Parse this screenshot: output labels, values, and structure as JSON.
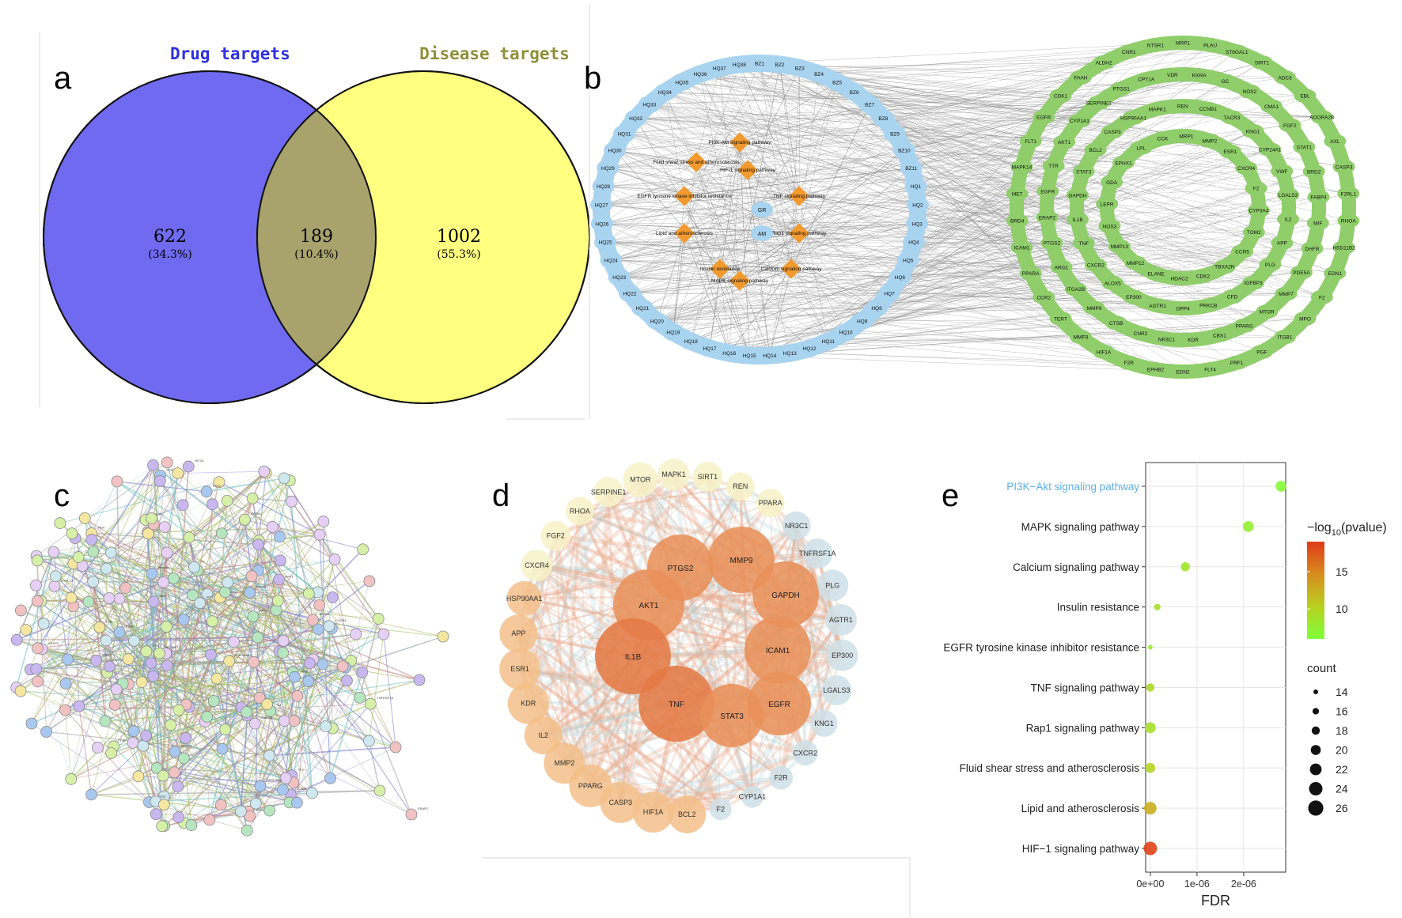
{
  "panel_labels": [
    "a",
    "b",
    "c",
    "d",
    "e"
  ],
  "venn": {
    "left_title": "Drug targets",
    "right_title": "Disease targets",
    "left_only": {
      "count": "622",
      "pct": "(34.3%)"
    },
    "overlap": {
      "count": "189",
      "pct": "(10.4%)"
    },
    "right_only": {
      "count": "1002",
      "pct": "(55.3%)"
    },
    "colors": {
      "left": "#6f6af0",
      "right": "#ffff80",
      "overlap": "#a8a26c",
      "left_title": "#2f2fe0",
      "right_title": "#8f8f3a"
    }
  },
  "network_b": {
    "center_nodes": [
      "GR",
      "AM"
    ],
    "pathways": [
      "PI3K-Akt signaling pathway",
      "Fluid shear stress and atherosclerosis",
      "HIF-1 signaling pathway",
      "EGFR tyrosine kinase inhibitor resistance",
      "TNF signaling pathway",
      "Lipid and atherosclerosis",
      "Rap1 signaling pathway",
      "Insulin resistance",
      "Calcium signaling pathway",
      "MAPK signaling pathway"
    ],
    "compound_nodes": [
      "BZ1",
      "BZ2",
      "BZ3",
      "BZ4",
      "BZ5",
      "BZ6",
      "BZ7",
      "BZ8",
      "BZ9",
      "BZ10",
      "BZ11",
      "HQ1",
      "HQ2",
      "HQ3",
      "HQ4",
      "HQ5",
      "HQ6",
      "HQ7",
      "HQ8",
      "HQ9",
      "HQ10",
      "HQ11",
      "HQ12",
      "HQ13",
      "HQ14",
      "HQ15",
      "HQ16",
      "HQ17",
      "HQ18",
      "HQ19",
      "HQ20",
      "HQ21",
      "HQ22",
      "HQ23",
      "HQ24",
      "HQ25",
      "HQ26",
      "HQ27",
      "HQ28",
      "HQ29",
      "HQ30",
      "HQ31",
      "HQ32",
      "HQ33",
      "HQ34",
      "HQ35",
      "HQ36",
      "HQ37",
      "HQ38"
    ],
    "target_nodes": [
      "MRP1",
      "PLAU",
      "ST6GAL1",
      "SIRT1",
      "ADC3",
      "EBL",
      "ADORA2B",
      "AXL",
      "CASP3",
      "F2RL1",
      "RHOA",
      "HSD11B2",
      "EDN1",
      "F2",
      "MPO",
      "ITGB1",
      "PGF",
      "PRF1",
      "FLT4",
      "EDN2",
      "EPHB2",
      "F2R",
      "HIF1A",
      "MMP3",
      "TERT",
      "CCR2",
      "PPARA",
      "ICAM1",
      "BRD4",
      "MET",
      "MAPK14",
      "FLT1",
      "EGFR",
      "CDK1",
      "FAAH",
      "ALDH2",
      "CNR1",
      "NTSR1",
      "RXRA",
      "GC",
      "NOS2",
      "CMA1",
      "FGF2",
      "STAT1",
      "BRD2",
      "FABP4",
      "MIF",
      "DHFR",
      "PDE5A",
      "MMP7",
      "MTOR",
      "PPARG",
      "CBS1",
      "KDR",
      "NR3C1",
      "CNR2",
      "CTSB",
      "MMP9",
      "ITGA2B",
      "ARG1",
      "PTGS2",
      "ERAP2",
      "EGFR",
      "TTR",
      "AKT1",
      "CYP1A1",
      "SERPINE1",
      "PTGS1",
      "CPT1A",
      "VDR",
      "CCNB1",
      "TACR3",
      "KNG1",
      "CYP24A1",
      "VWF",
      "LGALS3",
      "IL2",
      "APP",
      "PLG",
      "IGFBP3",
      "CFD",
      "PRKCB",
      "DPP4",
      "AGTR1",
      "EP300",
      "ALOX5",
      "CXCR2",
      "TNF",
      "IL1B",
      "GAPDH",
      "STAT3",
      "BCL2",
      "CASP3",
      "HSP90AA1",
      "MAPK1",
      "REN",
      "MMP2",
      "ESR1",
      "CXCR4",
      "F2",
      "CYP3A4",
      "TOM2",
      "CCR5",
      "TBXA2R",
      "CDK2",
      "HDAC2",
      "ELANE",
      "MMP12",
      "MMP13",
      "NOS3",
      "LEPR",
      "GDA",
      "EPHX1",
      "LPL",
      "CCK"
    ],
    "colors": {
      "compound": "#a8d4f0",
      "target": "#8fce6a",
      "pathway": "#f29a2e",
      "edge": "#8a8a8a"
    }
  },
  "network_c": {
    "node_labels": [
      "AKT1",
      "TNF",
      "IL1B",
      "EGFR",
      "STAT3",
      "PTGS2",
      "MMP9",
      "GAPDH",
      "ICAM1",
      "CASP3",
      "HIF1A",
      "BCL2",
      "MAPK1",
      "SIRT1",
      "PPARA",
      "KDR",
      "ESR1",
      "MMP2",
      "PPARG",
      "APP",
      "IL2",
      "FGF2",
      "RHOA",
      "MTOR",
      "REN",
      "PLG",
      "AGTR1",
      "EP300",
      "LGALS3",
      "KNG1",
      "CXCR2",
      "F2R",
      "CYP1A1",
      "F2",
      "SERPINE1",
      "CXCR4",
      "HSP90AA1",
      "NR3C1",
      "TNFRSF1A",
      "ERAP2"
    ],
    "node_colors": [
      "#c9b7f0",
      "#b6e6c0",
      "#f5e6a0",
      "#a9c8f0",
      "#f2c2c2",
      "#d6f0a8",
      "#cfe8f0",
      "#e7d0f5"
    ]
  },
  "network_d": {
    "inner_nodes": [
      "PTGS2",
      "MMP9",
      "AKT1",
      "GAPDH",
      "IL1B",
      "ICAM1",
      "TNF",
      "STAT3",
      "EGFR"
    ],
    "outer_nodes": [
      "MTOR",
      "MAPK1",
      "SIRT1",
      "REN",
      "PPARA",
      "NR3C1",
      "TNFRSF1A",
      "PLG",
      "AGTR1",
      "EP300",
      "LGALS3",
      "KNG1",
      "CXCR2",
      "F2R",
      "CYP1A1",
      "F2",
      "BCL2",
      "HIF1A",
      "CASP3",
      "PPARG",
      "MMP2",
      "IL2",
      "KDR",
      "ESR1",
      "APP",
      "HSP90AA1",
      "CXCR4",
      "FGF2",
      "RHOA",
      "SERPINE1"
    ],
    "colors": {
      "inner": "#e8915a",
      "outer_high": "#f3bf8a",
      "outer_low": "#f7f2c8",
      "outer_cool": "#cfe0e8",
      "edge": "#e8a98a"
    }
  },
  "chart_data": {
    "type": "scatter",
    "title": "",
    "xlabel": "FDR",
    "ylabel": "",
    "xlim": [
      -1e-07,
      2.9e-06
    ],
    "x_ticks": [
      "0e+00",
      "1e-06",
      "2e-06"
    ],
    "x_tick_values": [
      0,
      1e-06,
      2e-06
    ],
    "categories": [
      "PI3K−Akt signaling pathway",
      "MAPK signaling pathway",
      "Calcium signaling pathway",
      "Insulin resistance",
      "EGFR tyrosine kinase inhibitor resistance",
      "TNF signaling pathway",
      "Rap1 signaling pathway",
      "Fluid shear stress and atherosclerosis",
      "Lipid and atherosclerosis",
      "HIF−1 signaling pathway"
    ],
    "highlighted_category": "PI3K−Akt signaling pathway",
    "highlight_color": "#5bb0e8",
    "points": [
      {
        "category": "PI3K−Akt signaling pathway",
        "fdr": 2.8e-06,
        "neglog10p": 6.5,
        "count": 21
      },
      {
        "category": "MAPK signaling pathway",
        "fdr": 2.1e-06,
        "neglog10p": 7.5,
        "count": 21
      },
      {
        "category": "Calcium signaling pathway",
        "fdr": 7.5e-07,
        "neglog10p": 8.5,
        "count": 19
      },
      {
        "category": "Insulin resistance",
        "fdr": 1.5e-07,
        "neglog10p": 9.0,
        "count": 16
      },
      {
        "category": "EGFR tyrosine kinase inhibitor resistance",
        "fdr": 0.0,
        "neglog10p": 8.0,
        "count": 14
      },
      {
        "category": "TNF signaling pathway",
        "fdr": 0.0,
        "neglog10p": 9.5,
        "count": 18
      },
      {
        "category": "Rap1 signaling pathway",
        "fdr": 0.0,
        "neglog10p": 9.0,
        "count": 21
      },
      {
        "category": "Fluid shear stress and atherosclerosis",
        "fdr": 0.0,
        "neglog10p": 10.0,
        "count": 20
      },
      {
        "category": "Lipid and atherosclerosis",
        "fdr": 0.0,
        "neglog10p": 12.5,
        "count": 23
      },
      {
        "category": "HIF−1 signaling pathway",
        "fdr": 0.0,
        "neglog10p": 18.5,
        "count": 24
      }
    ],
    "color_legend": {
      "title_main": "−log",
      "title_sub": "10",
      "title_tail": "(pvalue)",
      "ticks": [
        10,
        15
      ],
      "range": [
        6,
        19
      ],
      "colors": [
        "#7fff3a",
        "#b8d11f",
        "#d88c1e",
        "#e03a17"
      ]
    },
    "size_legend": {
      "title": "count",
      "values": [
        14,
        16,
        18,
        20,
        22,
        24,
        26
      ]
    },
    "grid": true,
    "legend_position": "right"
  }
}
